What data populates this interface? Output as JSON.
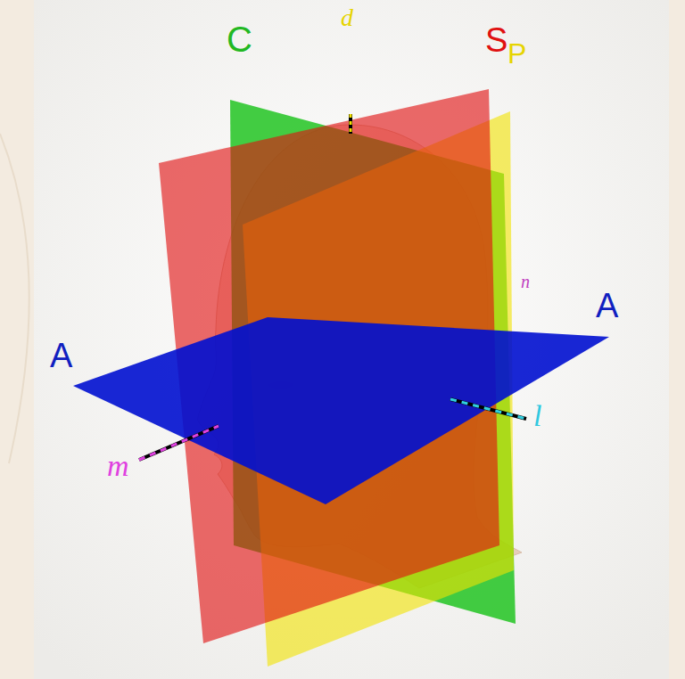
{
  "diagram": {
    "labels": [
      "C",
      "d",
      "S",
      "P",
      "A",
      "A",
      "m",
      "l",
      "n"
    ]
  }
}
